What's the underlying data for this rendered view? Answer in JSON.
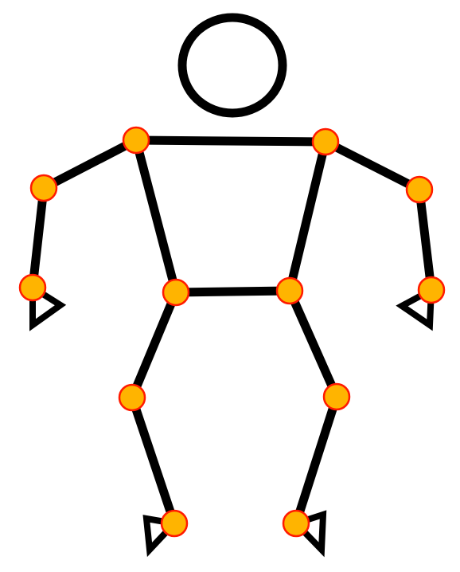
{
  "figure": {
    "colors": {
      "background": "#ffffff",
      "line": "#000000",
      "joint_fill": "#ffb400",
      "joint_stroke": "#ff1a00"
    },
    "parts": [
      "head",
      "shoulders",
      "torso",
      "hips",
      "left-arm",
      "right-arm",
      "left-leg",
      "right-leg",
      "left-hand",
      "right-hand",
      "left-foot",
      "right-foot"
    ],
    "joint_names": [
      "left-shoulder",
      "right-shoulder",
      "left-elbow",
      "right-elbow",
      "left-wrist",
      "right-wrist",
      "left-hip",
      "right-hip",
      "left-knee",
      "right-knee",
      "left-ankle",
      "right-ankle"
    ]
  }
}
